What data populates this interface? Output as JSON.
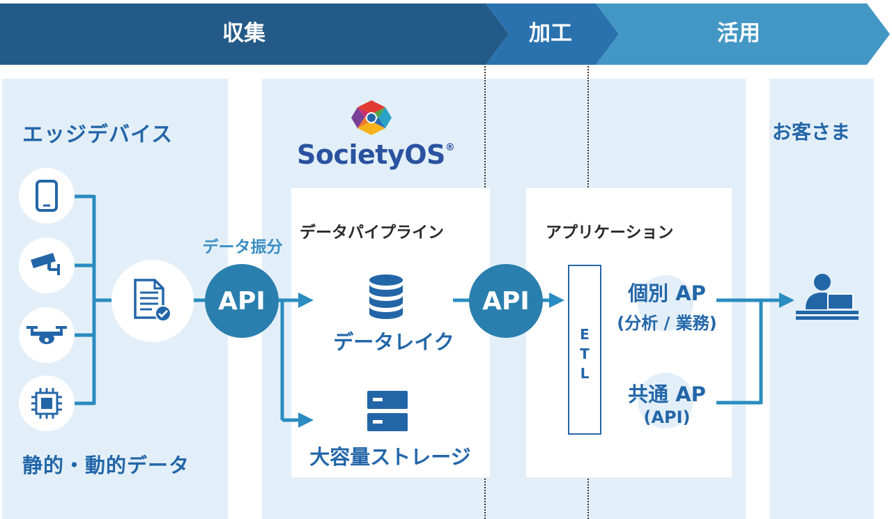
{
  "header": {
    "collect": "収集",
    "process": "加工",
    "utilize": "活用"
  },
  "edge": {
    "title": "エッジデバイス",
    "footer": "静的・動的データ",
    "devices": [
      "smartphone-icon",
      "security-camera-icon",
      "drone-icon",
      "chip-icon"
    ]
  },
  "society": {
    "logo_text": "SocietyOS",
    "registered": "®"
  },
  "api_label": "データ振分",
  "api1": "API",
  "api2": "API",
  "pipeline": {
    "title": "データパイプライン",
    "lake": "データレイク",
    "storage": "大容量ストレージ"
  },
  "app": {
    "title": "アプリケーション",
    "etl": [
      "E",
      "T",
      "L"
    ],
    "individual_line1": "個別 AP",
    "individual_line2": "(分析 / 業務)",
    "common_line1": "共通 AP",
    "common_line2": "(API)"
  },
  "customer": {
    "title": "お客さま"
  },
  "colors": {
    "header_dark": "#1e5a8a",
    "header_mid": "#2a72ae",
    "header_light": "#4296c4",
    "panel": "#e3eff8",
    "accent": "#2366a8",
    "api": "#2a7fae"
  }
}
